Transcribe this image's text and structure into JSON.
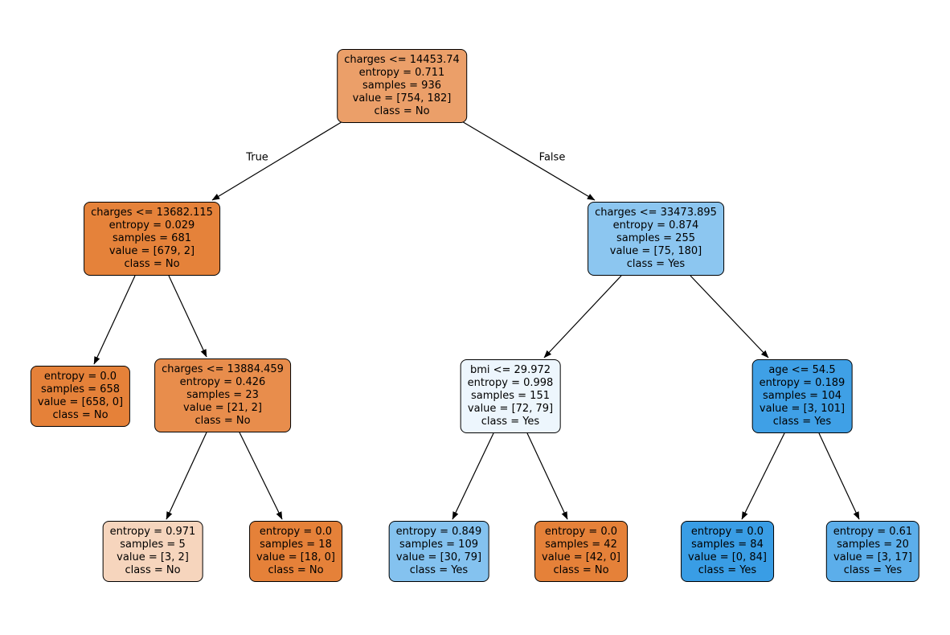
{
  "figure": {
    "background": "#ffffff",
    "edge_color": "#000000",
    "text_color": "#000000",
    "class_color_no": "#e58139",
    "class_color_yes": "#399de5"
  },
  "nodes": [
    {
      "name": "root",
      "condition": "charges <= 14453.74",
      "entropy": "entropy = 0.711",
      "samples": "samples = 936",
      "value": "value = [754, 182]",
      "class": "class = No",
      "color": "#eb9f69"
    },
    {
      "name": "depth1-left",
      "condition": "charges <= 13682.115",
      "entropy": "entropy = 0.029",
      "samples": "samples = 681",
      "value": "value = [679, 2]",
      "class": "class = No",
      "color": "#e5823a"
    },
    {
      "name": "depth1-right",
      "condition": "charges <= 33473.895",
      "entropy": "entropy = 0.874",
      "samples": "samples = 255",
      "value": "value = [75, 180]",
      "class": "class = Yes",
      "color": "#8cc6f0"
    },
    {
      "name": "depth2-leaf-658-0",
      "entropy": "entropy = 0.0",
      "samples": "samples = 658",
      "value": "value = [658, 0]",
      "class": "class = No",
      "color": "#e58139"
    },
    {
      "name": "depth2-split-13884",
      "condition": "charges <= 13884.459",
      "entropy": "entropy = 0.426",
      "samples": "samples = 23",
      "value": "value = [21, 2]",
      "class": "class = No",
      "color": "#e88d4c"
    },
    {
      "name": "depth2-split-bmi",
      "condition": "bmi <= 29.972",
      "entropy": "entropy = 0.998",
      "samples": "samples = 151",
      "value": "value = [72, 79]",
      "class": "class = Yes",
      "color": "#edf6fd"
    },
    {
      "name": "depth2-split-age",
      "condition": "age <= 54.5",
      "entropy": "entropy = 0.189",
      "samples": "samples = 104",
      "value": "value = [3, 101]",
      "class": "class = Yes",
      "color": "#3fa0e6"
    },
    {
      "name": "leaf-3-2",
      "entropy": "entropy = 0.971",
      "samples": "samples = 5",
      "value": "value = [3, 2]",
      "class": "class = No",
      "color": "#f6d5bd"
    },
    {
      "name": "leaf-18-0",
      "entropy": "entropy = 0.0",
      "samples": "samples = 18",
      "value": "value = [18, 0]",
      "class": "class = No",
      "color": "#e58139"
    },
    {
      "name": "leaf-30-79",
      "entropy": "entropy = 0.849",
      "samples": "samples = 109",
      "value": "value = [30, 79]",
      "class": "class = Yes",
      "color": "#84c2ef"
    },
    {
      "name": "leaf-42-0",
      "entropy": "entropy = 0.0",
      "samples": "samples = 42",
      "value": "value = [42, 0]",
      "class": "class = No",
      "color": "#e58139"
    },
    {
      "name": "leaf-0-84",
      "entropy": "entropy = 0.0",
      "samples": "samples = 84",
      "value": "value = [0, 84]",
      "class": "class = Yes",
      "color": "#399de5"
    },
    {
      "name": "leaf-3-17",
      "entropy": "entropy = 0.61",
      "samples": "samples = 20",
      "value": "value = [3, 17]",
      "class": "class = Yes",
      "color": "#5caeea"
    }
  ],
  "edges": [
    {
      "from": 0,
      "to": 1,
      "label": "True"
    },
    {
      "from": 0,
      "to": 2,
      "label": "False"
    },
    {
      "from": 1,
      "to": 3
    },
    {
      "from": 1,
      "to": 4
    },
    {
      "from": 2,
      "to": 5
    },
    {
      "from": 2,
      "to": 6
    },
    {
      "from": 4,
      "to": 7
    },
    {
      "from": 4,
      "to": 8
    },
    {
      "from": 5,
      "to": 9
    },
    {
      "from": 5,
      "to": 10
    },
    {
      "from": 6,
      "to": 11
    },
    {
      "from": 6,
      "to": 12
    }
  ]
}
